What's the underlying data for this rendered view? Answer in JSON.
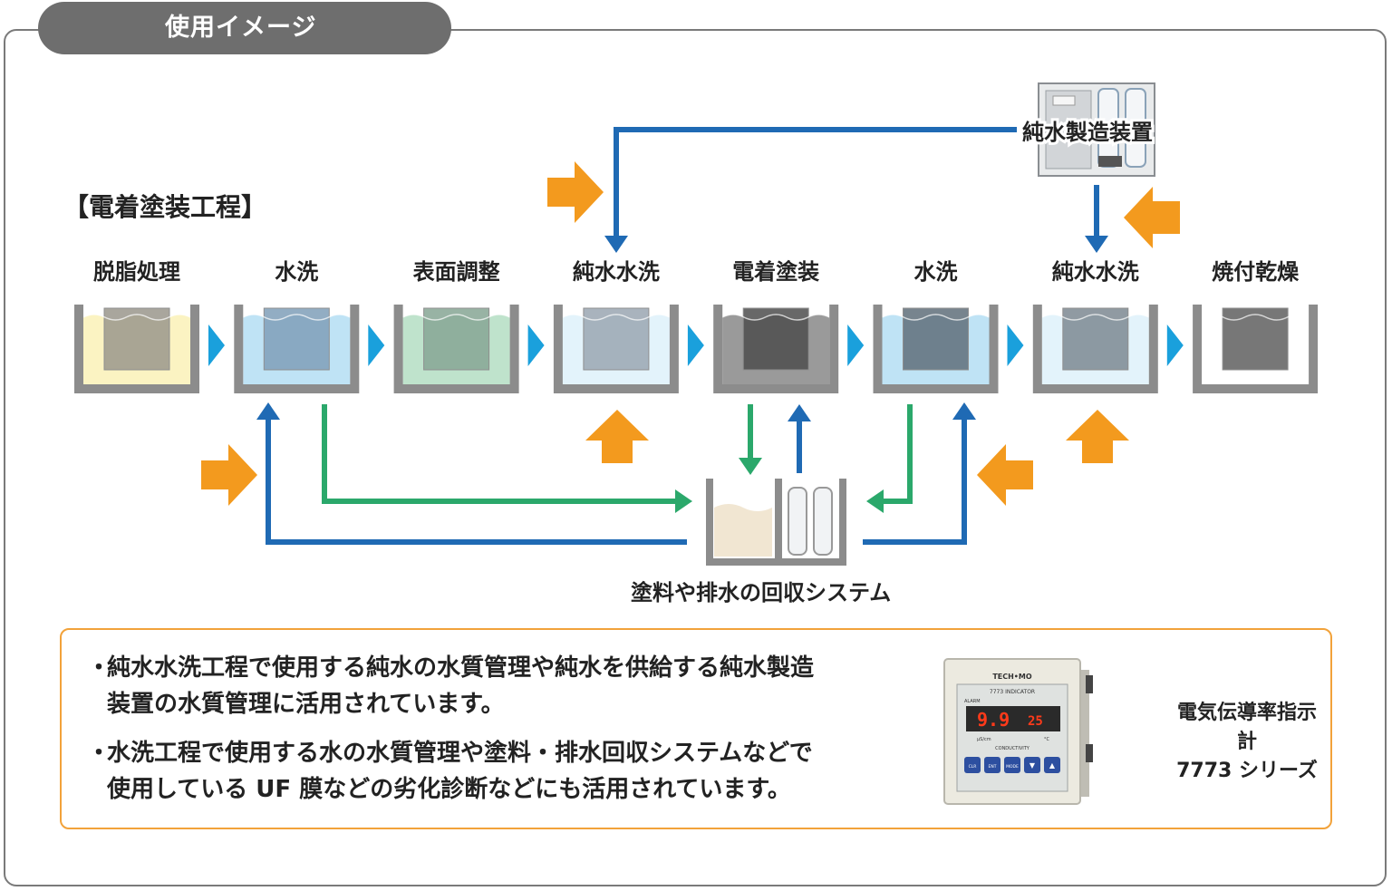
{
  "header": {
    "title": "使用イメージ"
  },
  "diagram": {
    "section_title": "【電着塗装工程】",
    "purifier_label": "純水製造装置",
    "recovery_label": "塗料や排水の回収システム",
    "stages": [
      {
        "label": "脱脂処理",
        "liquid": "#fbf3c2",
        "part": "#9a978c"
      },
      {
        "label": "水洗",
        "liquid": "#bfe3f5",
        "part": "#7f9fb8"
      },
      {
        "label": "表面調整",
        "liquid": "#bfe3cc",
        "part": "#86a694"
      },
      {
        "label": "純水水洗",
        "liquid": "#e3f3fb",
        "part": "#9aa6b2"
      },
      {
        "label": "電着塗装",
        "liquid": "#9a9a9a",
        "part": "#4e4e4e"
      },
      {
        "label": "水洗",
        "liquid": "#bfe3f5",
        "part": "#5f6f7a"
      },
      {
        "label": "純水水洗",
        "liquid": "#e3f3fb",
        "part": "#7d8892"
      },
      {
        "label": "焼付乾燥",
        "liquid": "#ffffff",
        "part": "#777777"
      }
    ],
    "colors": {
      "blue": "#1f6ab4",
      "green": "#2ba86b",
      "orange": "#f39a1e",
      "tank": "#8c8c8c",
      "chevron": "#1aa0dc"
    }
  },
  "info": {
    "bullet_mark": "・",
    "bullets": [
      {
        "line1": "純水水洗工程で使用する純水の水質管理や純水を供給する純水製造",
        "line2": "装置の水質管理に活用されています。"
      },
      {
        "line1": "水洗工程で使用する水の水質管理や塗料・排水回収システムなどで",
        "line2": "使用している UF 膜などの劣化診断などにも活用されています。"
      }
    ],
    "device": {
      "caption_line1": "電気伝導率指示計",
      "caption_line2": "7773 シリーズ",
      "brand": "TECH•MO",
      "model": "7773 INDICATOR",
      "alarm": "ALARM",
      "reading_main": "9.9",
      "reading_temp": "25",
      "unit_main": "µS/cm",
      "unit_temp": "°C",
      "mode_label": "CONDUCTIVITY",
      "buttons": [
        "CLR",
        "ENT",
        "MODE",
        "▼",
        "▲"
      ]
    }
  }
}
